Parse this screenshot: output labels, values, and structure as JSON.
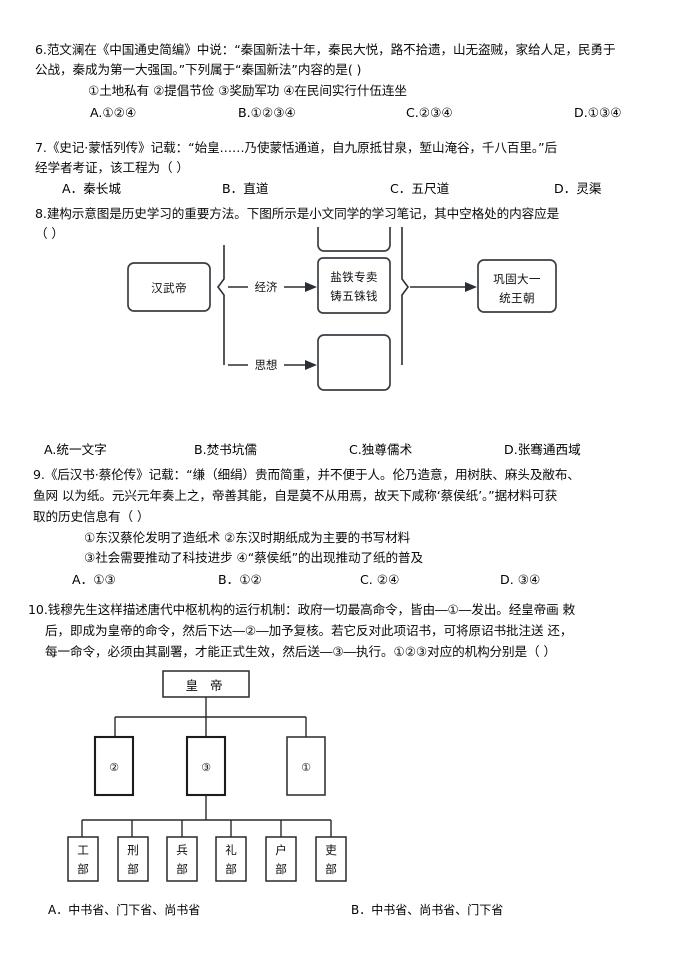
{
  "page": {
    "background": "#ffffff",
    "text_color": "#0a0a0a"
  },
  "questions": [
    {
      "number": "6.",
      "stem_line1": "6.范文澜在《中国通史简编》中说：“秦国新法十年，秦民大悦，路不拾遗，山无盗贼，家给人足，民勇于",
      "stem_line2": "公战，秦成为第一大强国。”下列属于“秦国新法”内容的是( )",
      "items_line": "①土地私有        ②提倡节俭        ③奖励军功        ④在民间实行什伍连坐",
      "options": [
        "A.①②④",
        "B.①②③④",
        "C.②③④",
        "D.①③④"
      ]
    },
    {
      "number": "7.",
      "stem_line1": "7.《史记·蒙恬列传》记载：“始皇……乃使蒙恬通道，自九原抵甘泉，堑山淹谷，千八百里。”后",
      "stem_line2": "经学者考证，该工程为（            ）",
      "options": [
        "A．秦长城",
        "B．直道",
        "C．五尺道",
        "D．灵渠"
      ]
    },
    {
      "number": "8.",
      "stem_line1": "8.建构示意图是历史学习的重要方法。下图所示是小文同学的学习笔记，其中空格处的内容应是",
      "stem_line2": "（    ）",
      "options": [
        "A.统一文字",
        "B.焚书坑儒",
        "C.独尊儒术",
        "D.张骞通西域"
      ]
    },
    {
      "number": "9.",
      "stem_line1": "9.《后汉书·蔡伦传》记载：“缣（细绢）贵而简重，并不便于人。伦乃造意，用树肤、麻头及敝布、",
      "stem_line2": "鱼网 以为纸。元兴元年奏上之，帝善其能，自是莫不从用焉，故天下咸称‘蔡侯纸’。”据材料可获",
      "stem_line3": "取的历史信息有（  ）",
      "items_line1": "①东汉蔡伦发明了造纸术        ②东汉时期纸成为主要的书写材料",
      "items_line2": "③社会需要推动了科技进步        ④“蔡侯纸”的出现推动了纸的普及",
      "options": [
        "A．①③",
        "B．①②",
        "C. ②④",
        "D. ③④"
      ]
    },
    {
      "number": "10.",
      "stem_line1": "10.钱穆先生这样描述唐代中枢机构的运行机制：政府一切最高命令，皆由―①―发出。经皇帝画 敕",
      "stem_line2": "后，即成为皇帝的命令，然后下达―②―加予复核。若它反对此项诏书，可将原诏书批注送 还，",
      "stem_line3": "每一命令，必须由其副署，才能正式生效，然后送―③―执行。①②③对应的机构分别是（     ）",
      "options": [
        "A．中书省、门下省、尚书省",
        "B．中书省、尚书省、门下省"
      ]
    }
  ],
  "q8_diagram": {
    "source_box": "汉武帝",
    "edge_labels": [
      "经济",
      "思想"
    ],
    "middle_boxes": [
      {
        "label": "",
        "note": "top-box-clipped"
      },
      {
        "label": "盐铁专卖\n铸五铢钱",
        "line1": "盐铁专卖",
        "line2": "铸五铢钱"
      },
      {
        "label": "",
        "note": "blank-box-answer"
      }
    ],
    "result_box_line1": "巩固大一",
    "result_box_line2": "统王朝"
  },
  "q10_diagram": {
    "top_box": "皇 帝",
    "middle_boxes": [
      "②",
      "③",
      "①"
    ],
    "bottom_boxes": [
      "工部",
      "刑部",
      "兵部",
      "礼部",
      "户部",
      "吏部"
    ]
  }
}
